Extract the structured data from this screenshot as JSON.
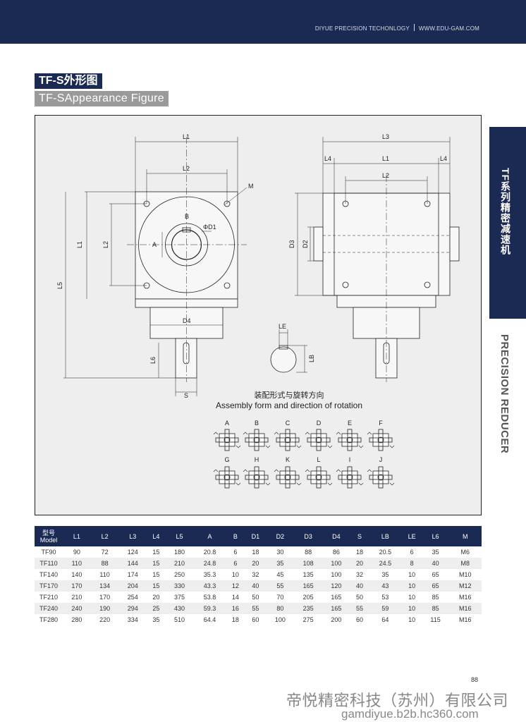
{
  "header": {
    "company": "DIYUE PRECISION TECHONLOGY",
    "website": "WWW.EDU-GAM.COM"
  },
  "titles": {
    "cn": "TF-S外形图",
    "en": "TF-SAppearance Figure"
  },
  "side_tab": {
    "cn": "TF系列精密减速机",
    "en": "PRECISION REDUCER"
  },
  "drawing": {
    "dimension_labels": {
      "L1": "L1",
      "L2": "L2",
      "L3": "L3",
      "L4": "L4",
      "L5": "L5",
      "L6": "L6",
      "M": "M",
      "B": "B",
      "A": "A",
      "D1": "ΦD1",
      "D2": "D2",
      "D3": "D3",
      "D4": "D4",
      "S": "S",
      "LE": "LE",
      "LB": "LB"
    },
    "assembly_title_cn": "装配形式与旋转方向",
    "assembly_title_en": "Assembly form and direction of rotation",
    "assembly_forms_row1": [
      "A",
      "B",
      "C",
      "D",
      "E",
      "F"
    ],
    "assembly_forms_row2": [
      "G",
      "H",
      "K",
      "L",
      "I",
      "J"
    ]
  },
  "table": {
    "model_header_cn": "型号",
    "model_header_en": "Model",
    "columns": [
      "L1",
      "L2",
      "L3",
      "L4",
      "L5",
      "A",
      "B",
      "D1",
      "D2",
      "D3",
      "D4",
      "S",
      "LB",
      "LE",
      "L6",
      "M"
    ],
    "rows": [
      [
        "TF90",
        "90",
        "72",
        "124",
        "15",
        "180",
        "20.8",
        "6",
        "18",
        "30",
        "88",
        "86",
        "18",
        "20.5",
        "6",
        "35",
        "M6"
      ],
      [
        "TF110",
        "110",
        "88",
        "144",
        "15",
        "210",
        "24.8",
        "6",
        "20",
        "35",
        "108",
        "100",
        "20",
        "24.5",
        "8",
        "40",
        "M8"
      ],
      [
        "TF140",
        "140",
        "110",
        "174",
        "15",
        "250",
        "35.3",
        "10",
        "32",
        "45",
        "135",
        "100",
        "32",
        "35",
        "10",
        "65",
        "M10"
      ],
      [
        "TF170",
        "170",
        "134",
        "204",
        "15",
        "330",
        "43.3",
        "12",
        "40",
        "55",
        "165",
        "120",
        "40",
        "43",
        "10",
        "65",
        "M12"
      ],
      [
        "TF210",
        "210",
        "170",
        "254",
        "20",
        "375",
        "53.8",
        "14",
        "50",
        "70",
        "205",
        "165",
        "50",
        "53",
        "10",
        "85",
        "M16"
      ],
      [
        "TF240",
        "240",
        "190",
        "294",
        "25",
        "430",
        "59.3",
        "16",
        "55",
        "80",
        "235",
        "165",
        "55",
        "59",
        "10",
        "85",
        "M16"
      ],
      [
        "TF280",
        "280",
        "220",
        "334",
        "35",
        "510",
        "64.4",
        "18",
        "60",
        "100",
        "275",
        "200",
        "60",
        "64",
        "10",
        "115",
        "M16"
      ]
    ]
  },
  "footer": {
    "page_number": "88",
    "company_cn": "帝悦精密科技（苏州）有限公司",
    "url": "gamdiyue.b2b.hc360.com"
  },
  "colors": {
    "navy": "#1b2a52",
    "gray_label": "#9a9a9a",
    "drawing_bg": "#eeeeee"
  }
}
